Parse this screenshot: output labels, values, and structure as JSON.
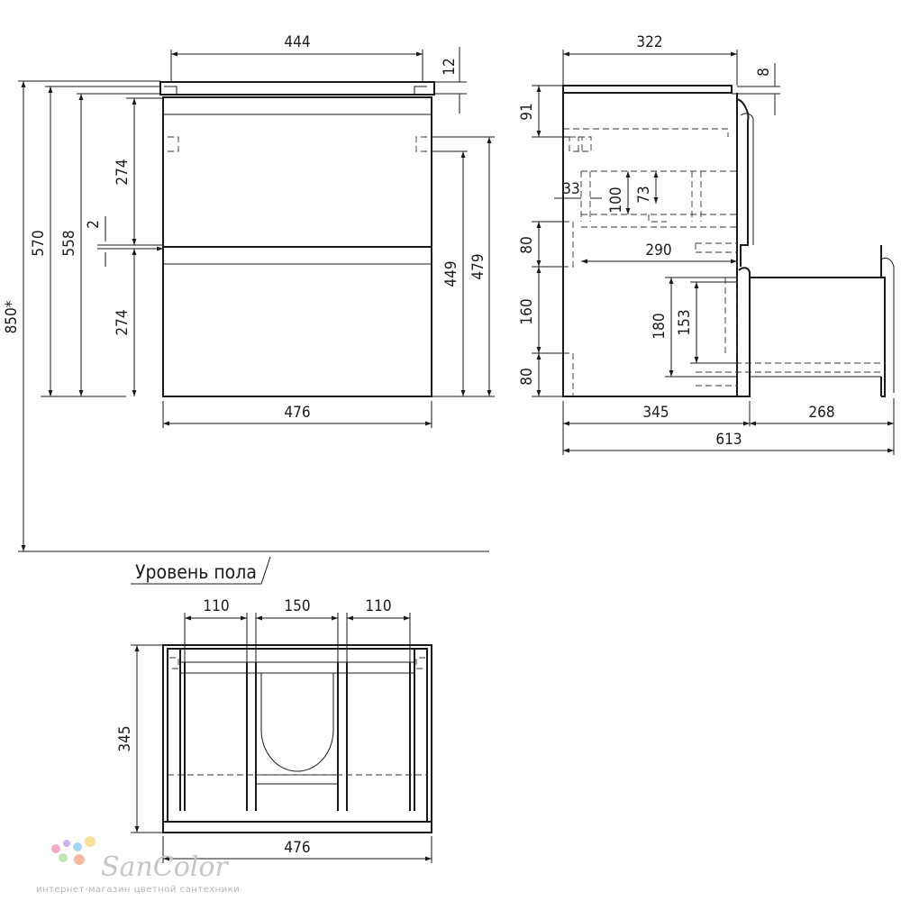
{
  "drawing": {
    "front": {
      "width_top": "444",
      "top_thickness": "12",
      "width_bottom": "476",
      "drawer_upper": "274",
      "drawer_lower": "274",
      "gap": "2",
      "height_570": "570",
      "height_558": "558",
      "height_850": "850*",
      "height_449": "449",
      "height_479": "479"
    },
    "side": {
      "depth_top": "322",
      "top_offset": "8",
      "d91": "91",
      "d33": "33",
      "d100": "100",
      "d73": "73",
      "d80_upper": "80",
      "d290": "290",
      "d160": "160",
      "d180": "180",
      "d153": "153",
      "d80_lower": "80",
      "depth_bottom": "345",
      "drawer_out": "268",
      "total_depth": "613"
    },
    "floor_label": "Уровень пола",
    "plan": {
      "left": "110",
      "center": "150",
      "right": "110",
      "depth": "345",
      "width": "476"
    }
  },
  "logo": {
    "name": "SanColor",
    "tagline": "интернет-магазин цветной сантехники",
    "dot_colors": [
      "#f6a8c8",
      "#c9b3ef",
      "#a9d5f5",
      "#f9e09a",
      "#bfe6b4",
      "#f7b8a1"
    ]
  }
}
